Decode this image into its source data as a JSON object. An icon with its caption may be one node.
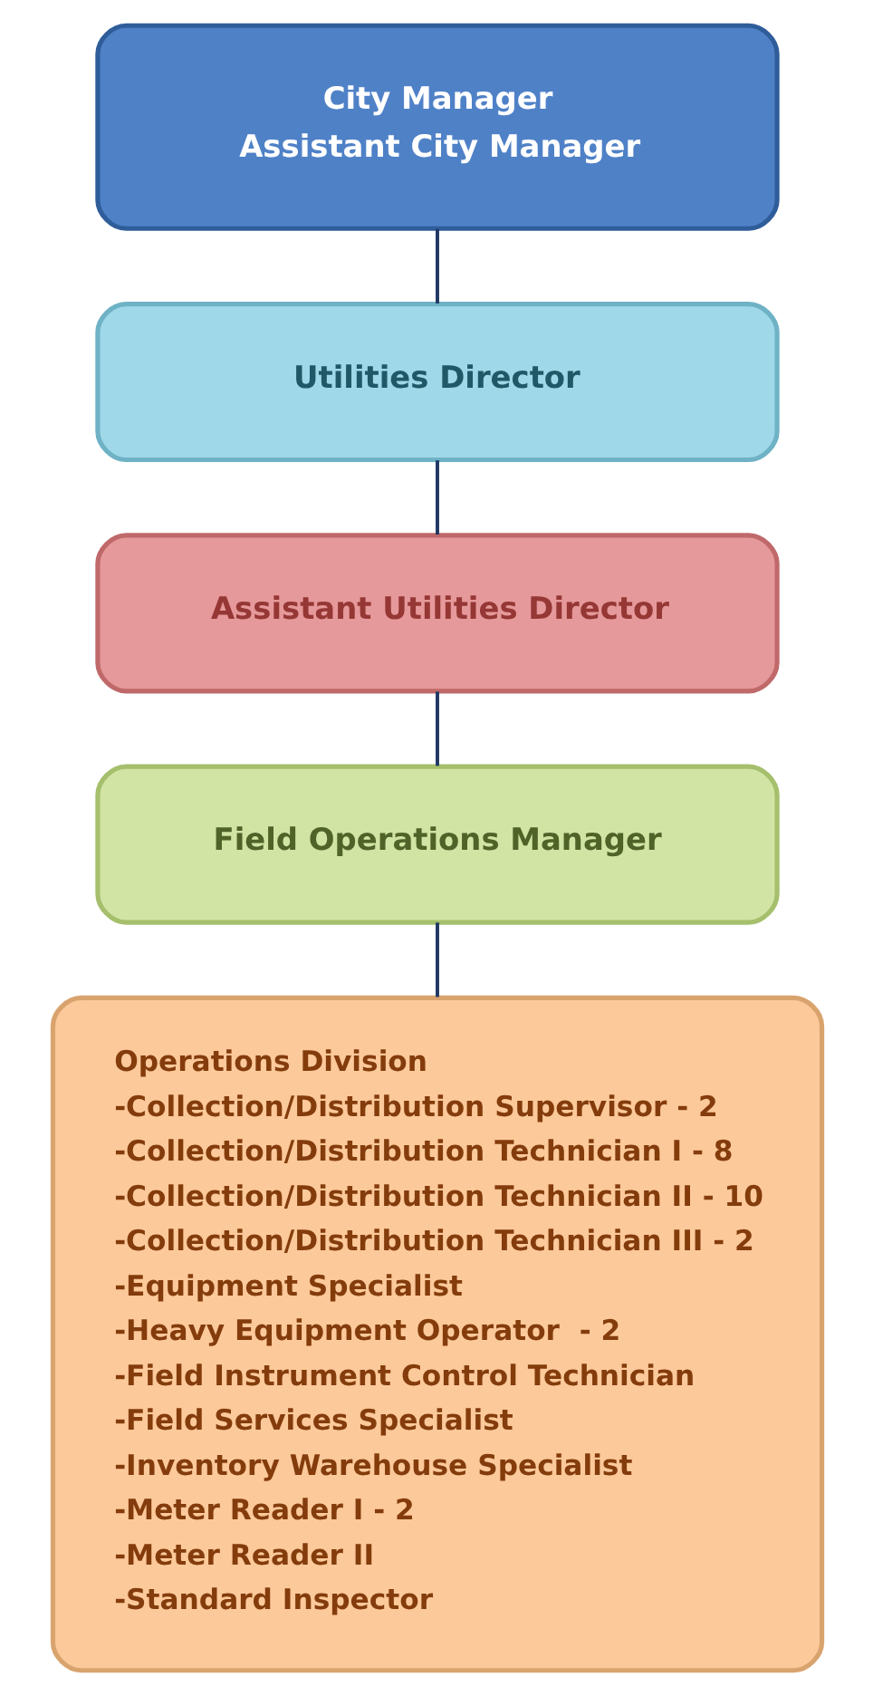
{
  "diagram": {
    "nodes": [
      {
        "text": [
          "City Manager",
          "Assistant City Manager"
        ]
      },
      {
        "text": [
          "Utilities Director"
        ]
      },
      {
        "text": [
          "Assistant Utilities Director"
        ]
      },
      {
        "text": [
          "Field Operations Manager"
        ]
      },
      {
        "text": [
          "Operations Division",
          "-Collection/Distribution Supervisor - 2",
          "-Collection/Distribution Technician I - 8",
          "-Collection/Distribution Technician II - 10",
          "-Collection/Distribution Technician III - 2",
          "-Equipment Specialist",
          "-Heavy Equipment Operator  - 2",
          "-Field Instrument Control Technician",
          "-Field Services Specialist",
          "-Inventory Warehouse Specialist",
          "-Meter Reader I - 2",
          "-Meter Reader II",
          "-Standard Inspector"
        ]
      }
    ],
    "edges": [
      {
        "from": 0,
        "to": 1,
        "arrow": "none"
      },
      {
        "from": 1,
        "to": 2,
        "arrow": "none"
      },
      {
        "from": 2,
        "to": 3,
        "arrow": "none"
      },
      {
        "from": 3,
        "to": 4,
        "arrow": "none"
      }
    ]
  }
}
